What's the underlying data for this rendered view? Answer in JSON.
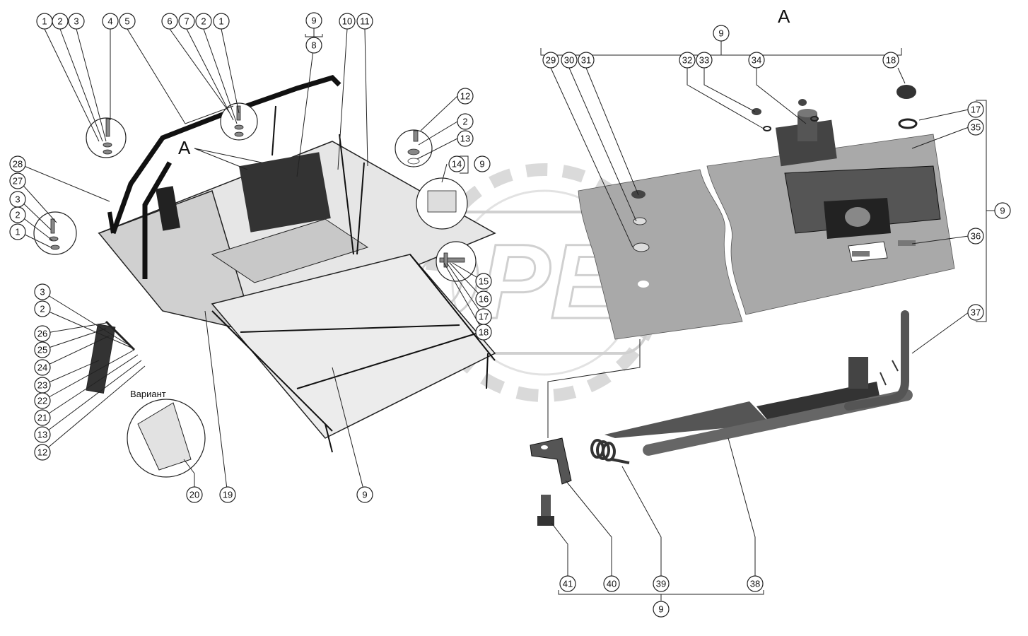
{
  "view_label_top": "A",
  "view_label_left": "A",
  "variant_label": "Вариант",
  "watermark_text": "OPEX",
  "callouts": {
    "c1a": "1",
    "c2a": "2",
    "c3a": "3",
    "c4": "4",
    "c5": "5",
    "c6": "6",
    "c7": "7",
    "c2b": "2",
    "c1b": "1",
    "c9a": "9",
    "c8": "8",
    "c10": "10",
    "c11": "11",
    "c12a": "12",
    "c2c": "2",
    "c13a": "13",
    "c14": "14",
    "c9b": "9",
    "c28": "28",
    "c27": "27",
    "c3b": "3",
    "c2d": "2",
    "c1c": "1",
    "c15": "15",
    "c16": "16",
    "c17a": "17",
    "c18a": "18",
    "c3c": "3",
    "c2e": "2",
    "c26": "26",
    "c25": "25",
    "c24": "24",
    "c23": "23",
    "c22": "22",
    "c21": "21",
    "c13b": "13",
    "c12b": "12",
    "c20": "20",
    "c19": "19",
    "c9c": "9",
    "c9d": "9",
    "c29": "29",
    "c30": "30",
    "c31": "31",
    "c32": "32",
    "c33": "33",
    "c34": "34",
    "c18b": "18",
    "c17b": "17",
    "c35": "35",
    "c9e": "9",
    "c36": "36",
    "c37": "37",
    "c41": "41",
    "c40": "40",
    "c39": "39",
    "c38": "38",
    "c9f": "9"
  }
}
